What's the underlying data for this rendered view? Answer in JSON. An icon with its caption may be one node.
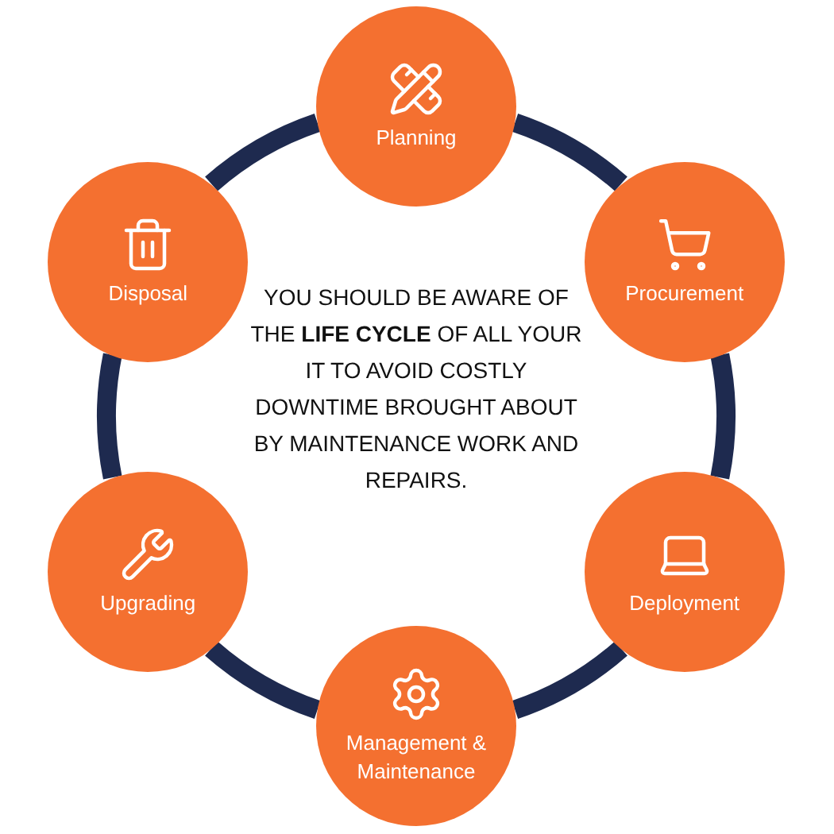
{
  "diagram": {
    "nodes": [
      {
        "text": [
          "Planning"
        ]
      },
      {
        "text": [
          "Procurement"
        ]
      },
      {
        "text": [
          "Deployment"
        ]
      },
      {
        "text": [
          "Management & Maintenance"
        ]
      },
      {
        "text": [
          "Upgrading"
        ]
      },
      {
        "text": [
          "Disposal"
        ]
      }
    ],
    "edges": [
      {
        "from": 0,
        "to": 1,
        "arrow": "none"
      },
      {
        "from": 1,
        "to": 2,
        "arrow": "none"
      },
      {
        "from": 2,
        "to": 3,
        "arrow": "none"
      },
      {
        "from": 3,
        "to": 4,
        "arrow": "none"
      },
      {
        "from": 4,
        "to": 5,
        "arrow": "none"
      },
      {
        "from": 5,
        "to": 0,
        "arrow": "none"
      }
    ],
    "labels": [
      "YOU SHOULD BE AWARE OF THE **LIFE CYCLE** OF ALL YOUR IT TO AVOID COSTLY DOWNTIME BROUGHT ABOUT BY MAINTENANCE WORK AND REPAIRS."
    ]
  }
}
